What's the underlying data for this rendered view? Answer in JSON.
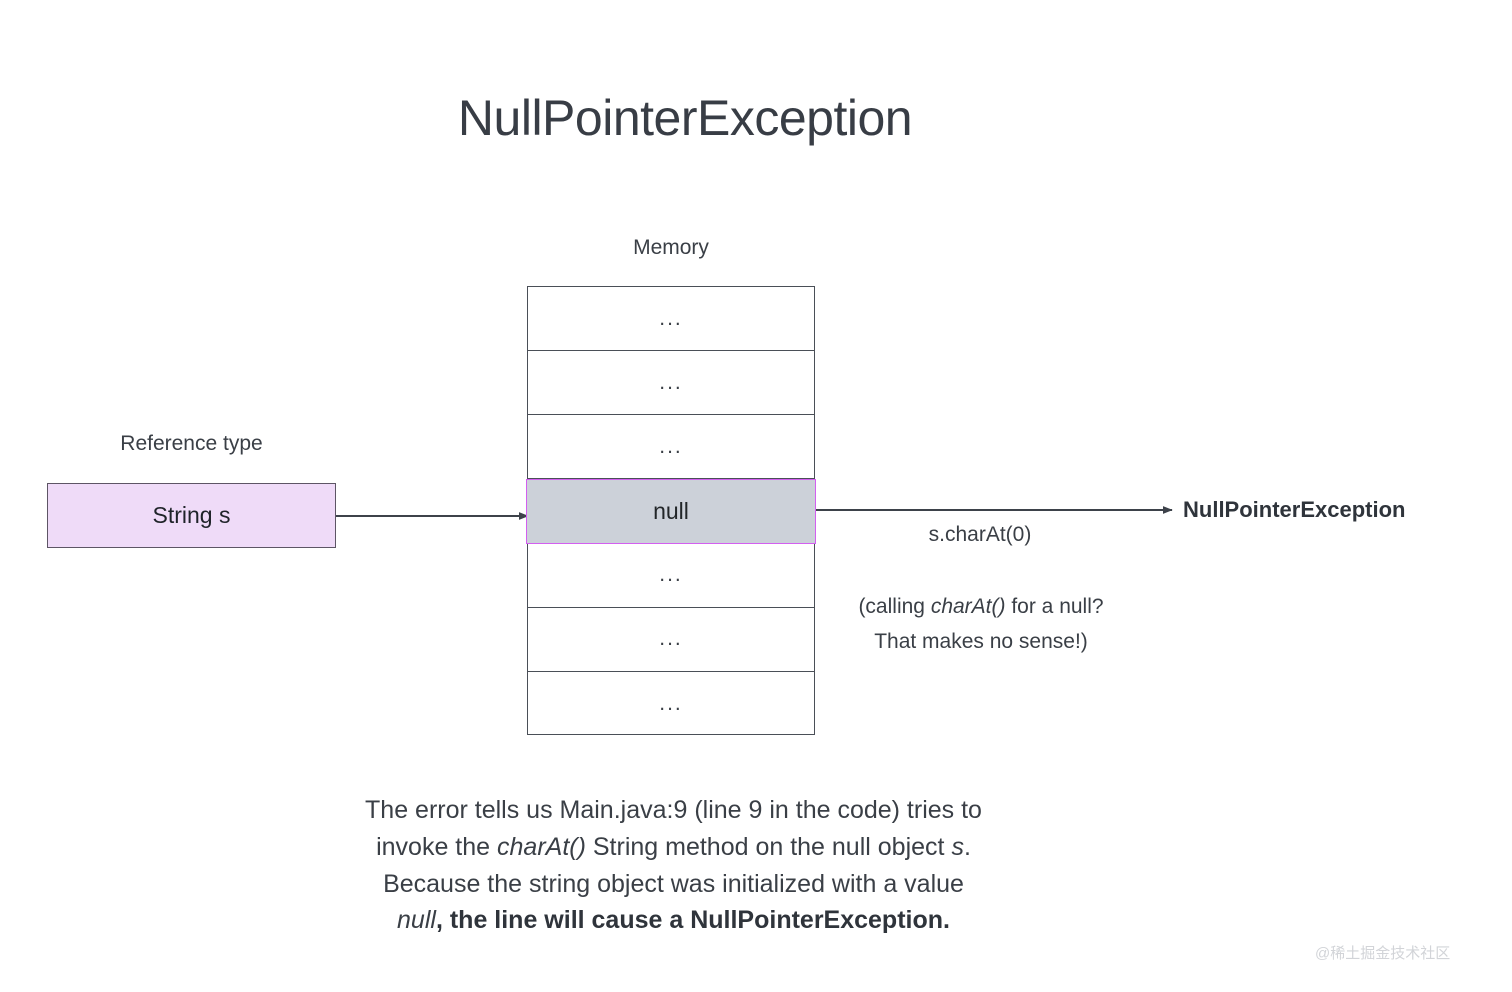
{
  "title": "NullPointerException",
  "memory": {
    "label": "Memory",
    "rows": [
      {
        "text": "...",
        "highlighted": false
      },
      {
        "text": "...",
        "highlighted": false
      },
      {
        "text": "...",
        "highlighted": false
      },
      {
        "text": "null",
        "highlighted": true
      },
      {
        "text": "...",
        "highlighted": false
      },
      {
        "text": "...",
        "highlighted": false
      },
      {
        "text": "...",
        "highlighted": false
      }
    ],
    "highlight_border_color": "#d35ff0",
    "highlight_fill_color": "#ccd1d9"
  },
  "reference": {
    "label": "Reference type",
    "box_text": "String s",
    "box_fill_color": "#efdbf8",
    "box_border_color": "#5d5565"
  },
  "annotations": {
    "method_call": "s.charAt(0)",
    "note_prefix": "(calling ",
    "note_italic": "charAt()",
    "note_suffix": " for a null? That makes no sense!)",
    "result_label": "NullPointerException"
  },
  "explainer": {
    "line1": "The error tells us Main.java:9 (line 9 in the code) tries to",
    "line2_prefix": "invoke the ",
    "line2_italic1": "charAt()",
    "line2_mid": " String method on the null object ",
    "line2_italic2": "s",
    "line2_suffix": ".",
    "line3": "Because the string object was initialized with a value",
    "line4_italic": "null",
    "line4_bold": ", the line will cause a NullPointerException."
  },
  "watermark": "@稀土掘金技术社区",
  "colors": {
    "text": "#3a3f46",
    "stroke": "#4a4f57",
    "background": "#ffffff"
  }
}
